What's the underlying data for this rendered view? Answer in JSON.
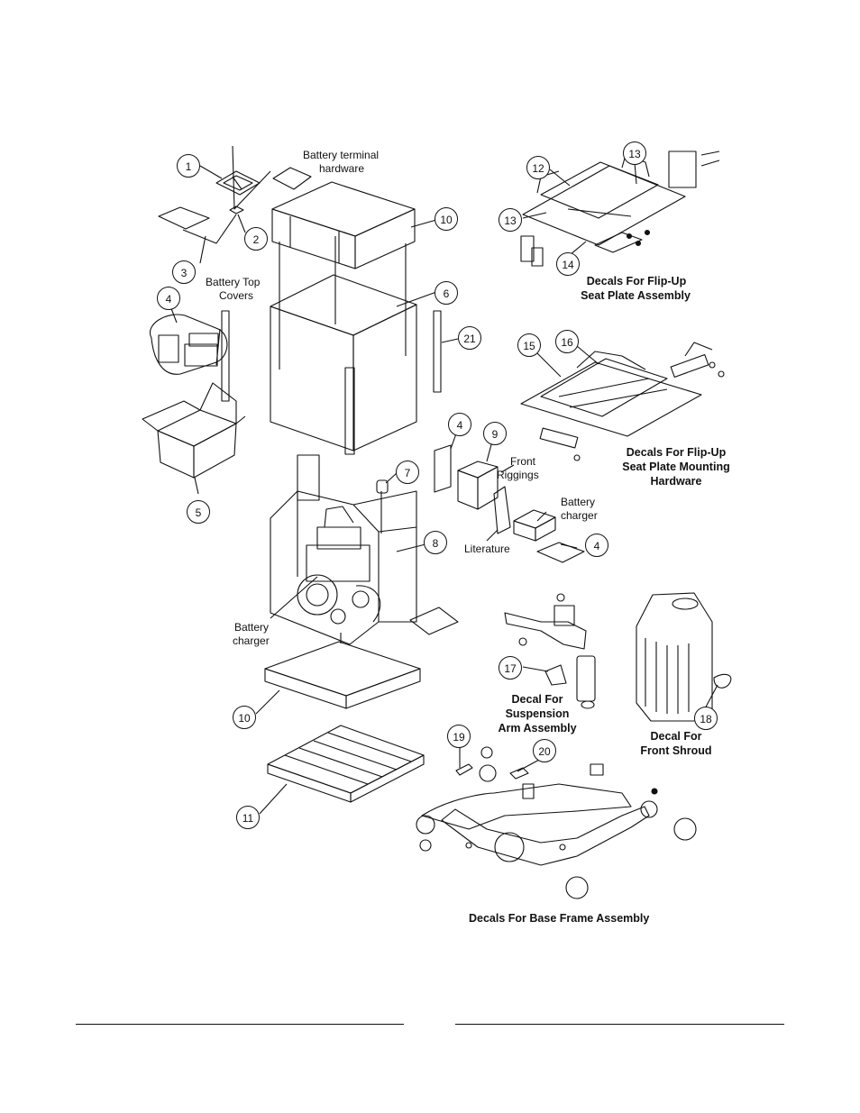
{
  "callouts": {
    "c1": "1",
    "c2": "2",
    "c3": "3",
    "c4a": "4",
    "c5": "5",
    "c6": "6",
    "c7": "7",
    "c8": "8",
    "c9": "9",
    "c10a": "10",
    "c10b": "10",
    "c11": "11",
    "c12": "12",
    "c13a": "13",
    "c13b": "13",
    "c14": "14",
    "c15": "15",
    "c16": "16",
    "c17": "17",
    "c18": "18",
    "c19": "19",
    "c20": "20",
    "c21": "21",
    "c4b": "4",
    "c4c": "4"
  },
  "labels": {
    "battery_terminal_1": "Battery terminal",
    "battery_terminal_2": "hardware",
    "battery_top_1": "Battery Top",
    "battery_top_2": "Covers",
    "front_riggings_1": "Front",
    "front_riggings_2": "Riggings",
    "battery_charger_r1": "Battery",
    "battery_charger_r2": "charger",
    "literature": "Literature",
    "battery_charger_l1": "Battery",
    "battery_charger_l2": "charger",
    "flipup_seat_1": "Decals For Flip-Up",
    "flipup_seat_2": "Seat Plate Assembly",
    "flipup_mount_1": "Decals For Flip-Up",
    "flipup_mount_2": "Seat Plate Mounting",
    "flipup_mount_3": "Hardware",
    "susp_1": "Decal For",
    "susp_2": "Suspension",
    "susp_3": "Arm Assembly",
    "shroud_1": "Decal For",
    "shroud_2": "Front Shroud",
    "base_frame": "Decals For Base Frame Assembly"
  }
}
